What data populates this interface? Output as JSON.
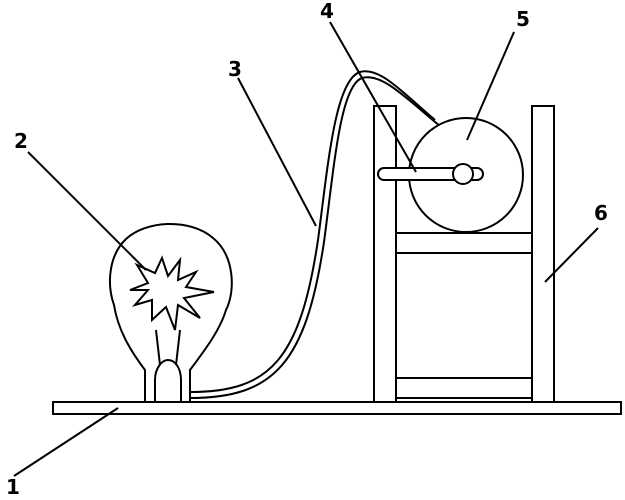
{
  "labels": {
    "base": "1",
    "bulb": "2",
    "wire": "3",
    "rod": "4",
    "wheel": "5",
    "frame": "6"
  }
}
